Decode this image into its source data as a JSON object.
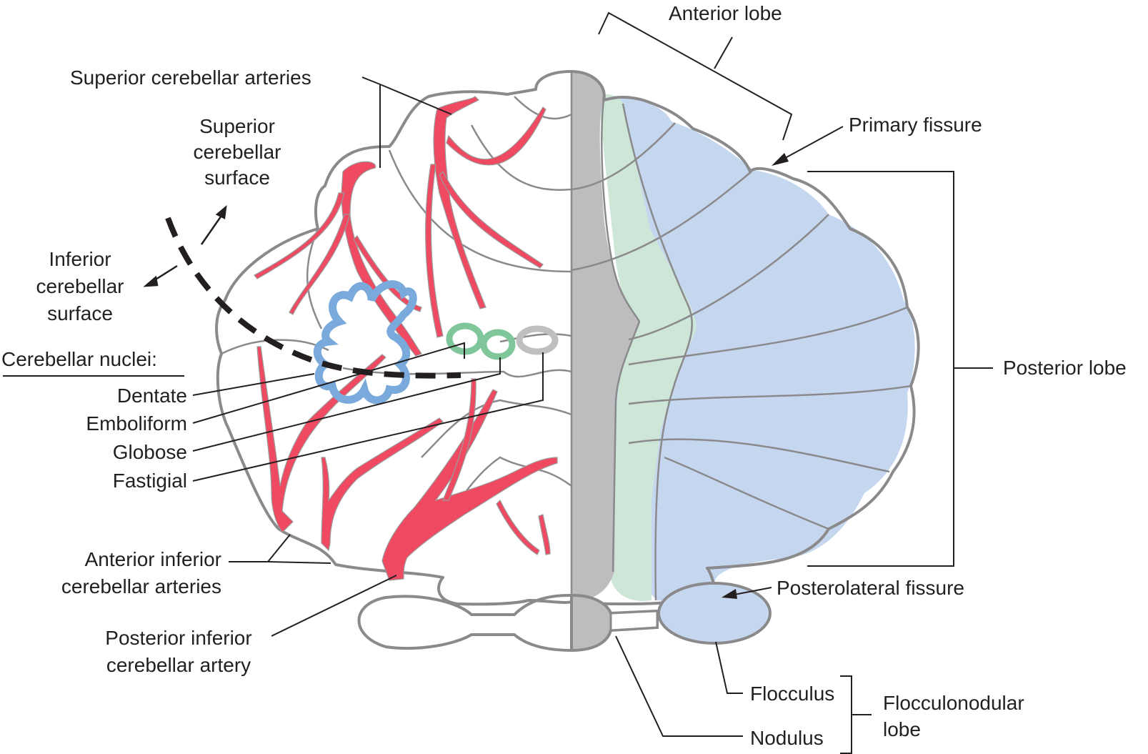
{
  "figure": {
    "subject": "Cerebellum – lobes, cerebellar nuclei and arterial supply",
    "colors": {
      "anterior_posterior_lobe": "#c5d7ef",
      "paravermal_zone": "#cde6d8",
      "vermis": "#bdbdbf",
      "artery": "#ef4a61",
      "dentate": "#7aaadc",
      "emboliform_globose": "#7fc79a",
      "fastigial": "#bfbfc1",
      "outline": "#8a8a8c",
      "text": "#231f20"
    }
  },
  "labels": {
    "anterior_lobe": "Anterior lobe",
    "primary_fissure": "Primary fissure",
    "posterior_lobe": "Posterior lobe",
    "posterolateral_fissure": "Posterolateral fissure",
    "flocculus": "Flocculus",
    "nodulus": "Nodulus",
    "flocculonodular_lobe": [
      "Flocculonodular",
      "lobe"
    ],
    "superior_cerebellar_arteries": "Superior cerebellar arteries",
    "superior_cerebellar_surface": [
      "Superior",
      "cerebellar",
      "surface"
    ],
    "inferior_cerebellar_surface": [
      "Inferior",
      "cerebellar",
      "surface"
    ],
    "cerebellar_nuclei_heading": "Cerebellar nuclei:",
    "nuclei": [
      "Dentate",
      "Emboliform",
      "Globose",
      "Fastigial"
    ],
    "anterior_inferior_cerebellar_arteries": [
      "Anterior inferior",
      "cerebellar arteries"
    ],
    "posterior_inferior_cerebellar_artery": [
      "Posterior inferior",
      "cerebellar artery"
    ]
  }
}
